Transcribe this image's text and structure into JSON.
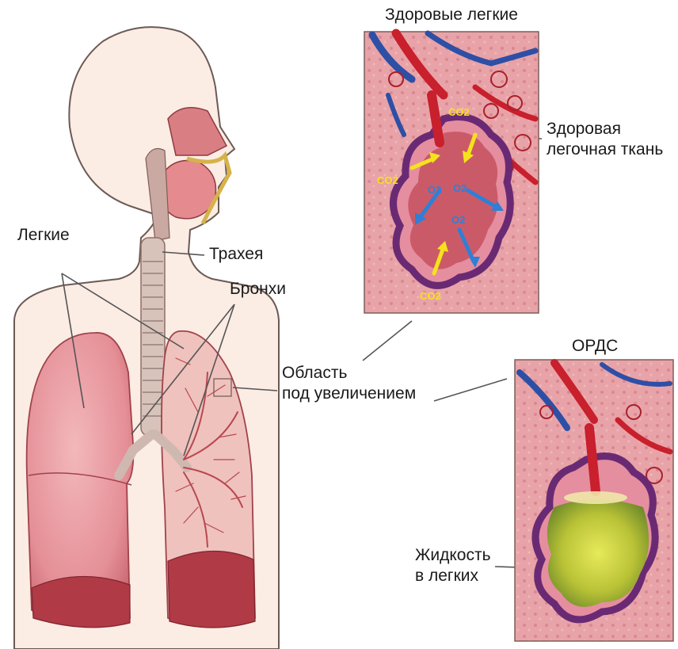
{
  "labels": {
    "healthy_lungs": "Здоровые легкие",
    "healthy_tissue_line1": "Здоровая",
    "healthy_tissue_line2": "легочная ткань",
    "lungs": "Легкие",
    "trachea": "Трахея",
    "bronchi": "Бронхи",
    "magnified_line1": "Область",
    "magnified_line2": "под увеличением",
    "ards": "ОРДС",
    "fluid_line1": "Жидкость",
    "fluid_line2": "в легких"
  },
  "gas_labels": {
    "co2_top": "CO2",
    "co2_left": "CO2",
    "co2_bottom": "CO2",
    "o2_a": "O2",
    "o2_b": "O2",
    "o2_c": "O2"
  },
  "colors": {
    "body_fill": "#fbece4",
    "body_outline": "#6b5a55",
    "lung_fill": "#e99aa0",
    "lung_dark": "#b8474f",
    "trachea": "#d9c7bf",
    "alveolus_wall": "#6a2a73",
    "alveolus_inner": "#e58ea0",
    "artery": "#c8202c",
    "vein": "#2d4fa6",
    "co2_arrow": "#f5e21c",
    "o2_arrow": "#2f7fd6",
    "tissue_bg": "#e6a0a4",
    "fluid": "#cfcf2a"
  }
}
